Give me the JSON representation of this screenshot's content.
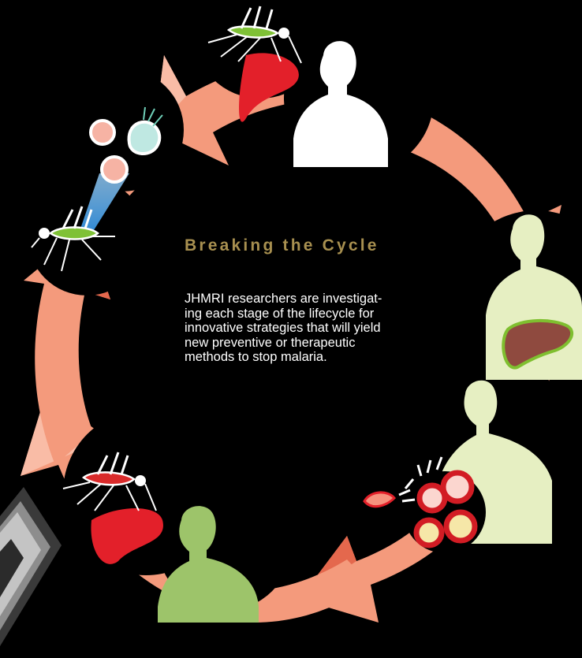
{
  "heading": "Breaking the Cycle",
  "body_lines": [
    "JHMRI researchers are investigat-",
    "ing each stage of the lifecycle for",
    "innovative strategies that will yield",
    "new preventive or therapeutic",
    "methods to stop malaria."
  ],
  "colors": {
    "background": "#000000",
    "arrow": "#f49a7c",
    "arrow_light": "#f9bca6",
    "arrow_dark": "#e4684d",
    "heading": "#a89050",
    "body_text": "#ffffff",
    "human_white": "#ffffff",
    "human_pale": "#e6efc2",
    "human_green": "#9dc46a",
    "blood": "#e3202a",
    "liver": "#8f4a3f",
    "liver_rim": "#7fbf2f",
    "mosquito_green": "#7fc136",
    "mosquito_red": "#d92a2a",
    "beam": "#2c8ee0"
  },
  "diagram": {
    "stages": [
      {
        "name": "mosquito-bite",
        "icon": "mosquito-feeding-icon"
      },
      {
        "name": "human-infected",
        "icon": "human-silhouette-icon"
      },
      {
        "name": "liver-stage",
        "icon": "liver-icon"
      },
      {
        "name": "blood-stage",
        "icon": "red-blood-cell-icon"
      },
      {
        "name": "mosquito-takes-blood",
        "icon": "mosquito-feeding-icon"
      },
      {
        "name": "mosquito-parasite-development",
        "icon": "parasite-oocyst-icon"
      }
    ]
  }
}
